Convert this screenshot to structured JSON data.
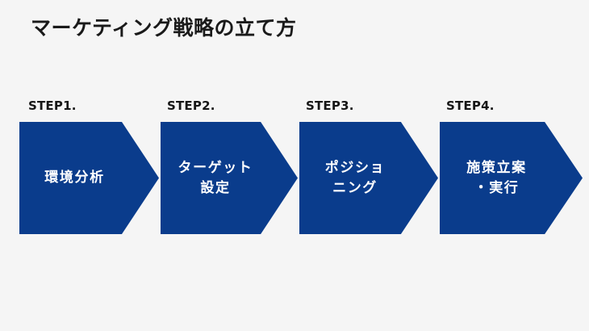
{
  "page": {
    "title": "マーケティング戦略の立て方",
    "background_color": "#f5f5f5",
    "accent_color": "#0a3c8c",
    "title_color": "#1a1a1a",
    "step_label_color": "#161616",
    "step_text_color": "#ffffff"
  },
  "steps": [
    {
      "label": "STEP1.",
      "text": "環境分析",
      "index": 1
    },
    {
      "label": "STEP2.",
      "text": "ターゲット\n設定",
      "index": 2
    },
    {
      "label": "STEP3.",
      "text": "ポジショ\nニング",
      "index": 3
    },
    {
      "label": "STEP4.",
      "text": "施策立案\n・実行",
      "index": 4
    }
  ]
}
